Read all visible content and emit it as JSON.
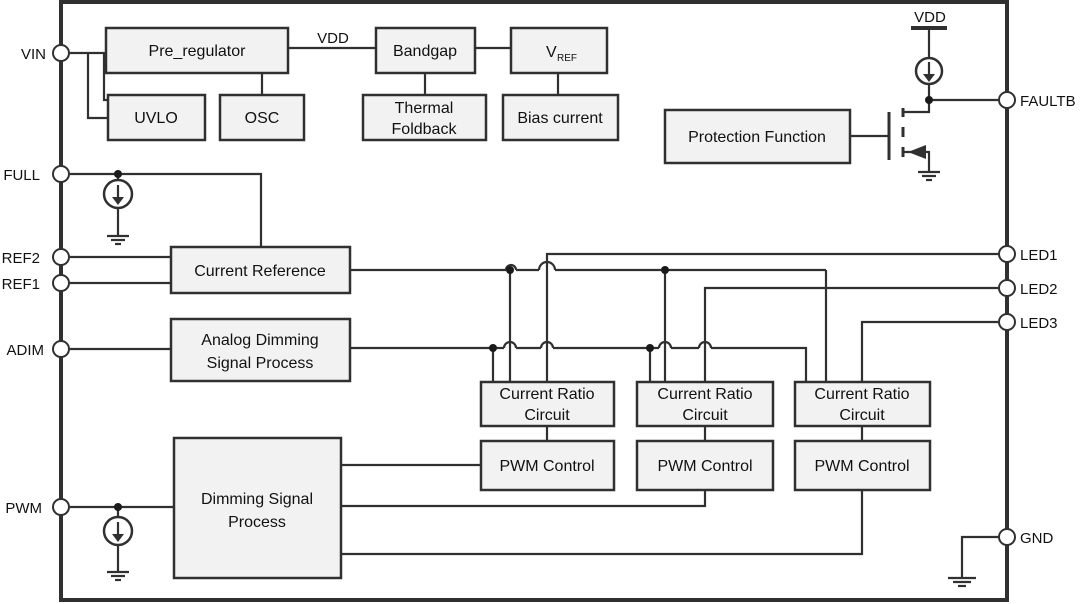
{
  "pins_left": {
    "vin": "VIN",
    "full": "FULL",
    "ref2": "REF2",
    "ref1": "REF1",
    "adim": "ADIM",
    "pwm": "PWM"
  },
  "pins_right": {
    "faultb": "FAULTB",
    "led1": "LED1",
    "led2": "LED2",
    "led3": "LED3",
    "gnd": "GND"
  },
  "rails": {
    "vdd_internal": "VDD",
    "vdd_top": "VDD"
  },
  "blocks": {
    "pre_regulator": "Pre_regulator",
    "uvlo": "UVLO",
    "osc": "OSC",
    "bandgap": "Bandgap",
    "thermal_line1": "Thermal",
    "thermal_line2": "Foldback",
    "vref_main": "V",
    "vref_sub": "REF",
    "bias_current": "Bias current",
    "protection_function": "Protection Function",
    "current_reference": "Current Reference",
    "analog_dimming_line1": "Analog Dimming",
    "analog_dimming_line2": "Signal Process",
    "dimming_signal_line1": "Dimming Signal",
    "dimming_signal_line2": "Process",
    "current_ratio_line1": "Current Ratio",
    "current_ratio_line2": "Circuit",
    "pwm_control": "PWM Control"
  }
}
